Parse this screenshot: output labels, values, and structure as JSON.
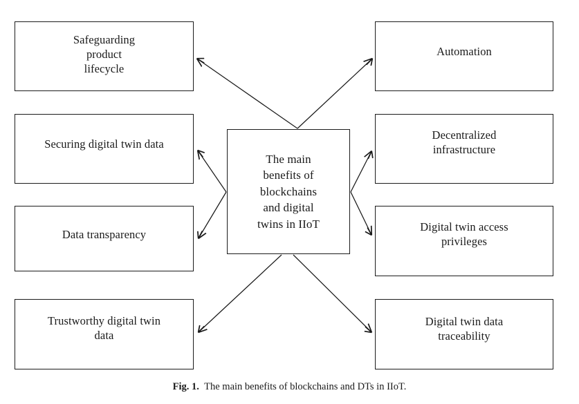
{
  "figure": {
    "caption_tag": "Fig. 1.",
    "caption_text": "The main benefits of blockchains and DTs in IIoT.",
    "line_color": "#1a1a1a",
    "background_color": "#ffffff"
  },
  "center_node": {
    "id": "center",
    "label": "The main\nbenefits of\nblockchains\nand digital\ntwins in IIoT"
  },
  "left_nodes": [
    {
      "id": "safeguarding",
      "label": "Safeguarding\nproduct\nlifecycle"
    },
    {
      "id": "securing",
      "label": "Securing digital twin data"
    },
    {
      "id": "transparency",
      "label": "Data transparency"
    },
    {
      "id": "trustworthy",
      "label": "Trustworthy digital twin\ndata"
    }
  ],
  "right_nodes": [
    {
      "id": "automation",
      "label": "Automation"
    },
    {
      "id": "decentralized",
      "label": "Decentralized\ninfrastructure"
    },
    {
      "id": "access",
      "label": "Digital twin access\nprivileges"
    },
    {
      "id": "traceability",
      "label": "Digital twin data\ntraceability"
    }
  ],
  "chart_data": {
    "type": "diagram",
    "title": "The main benefits of blockchains and DTs in IIoT",
    "center": "The main benefits of blockchains and digital twins in IIoT",
    "edges": [
      {
        "from": "center",
        "to": "safeguarding",
        "direction": "outward",
        "arrow": "open-barb"
      },
      {
        "from": "center",
        "to": "securing",
        "direction": "outward",
        "arrow": "open-barb"
      },
      {
        "from": "center",
        "to": "transparency",
        "direction": "outward",
        "arrow": "open-barb"
      },
      {
        "from": "center",
        "to": "trustworthy",
        "direction": "outward",
        "arrow": "open-barb"
      },
      {
        "from": "center",
        "to": "automation",
        "direction": "outward",
        "arrow": "open-barb"
      },
      {
        "from": "center",
        "to": "decentralized",
        "direction": "outward",
        "arrow": "open-barb"
      },
      {
        "from": "center",
        "to": "access",
        "direction": "outward",
        "arrow": "open-barb"
      },
      {
        "from": "center",
        "to": "traceability",
        "direction": "outward",
        "arrow": "open-barb"
      }
    ]
  }
}
